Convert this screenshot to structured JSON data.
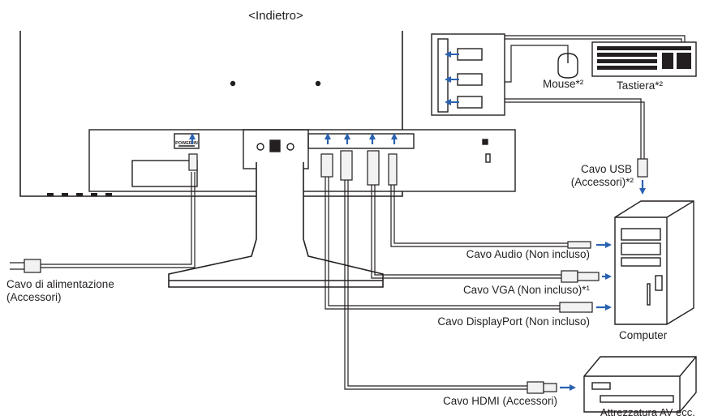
{
  "diagram": {
    "view_title": "<Indietro>",
    "port_labels": {
      "power": "POWER IN"
    },
    "labels": {
      "mouse": "Mouse*²",
      "keyboard": "Tastiera*²",
      "usb_cable": "Cavo USB",
      "usb_cable_note": "(Accessori)*²",
      "computer": "Computer",
      "audio_cable": "Cavo Audio (Non incluso)",
      "vga_cable": "Cavo VGA (Non incluso)*¹",
      "displayport_cable": "Cavo DisplayPort (Non incluso)",
      "hdmi_cable": "Cavo HDMI (Accessori)",
      "power_cable": "Cavo di alimentazione",
      "power_cable_note": "(Accessori)",
      "av_equipment": "Attrezzatura AV ecc."
    },
    "colors": {
      "line": "#231f20",
      "arrow": "#2a62b0",
      "panel_fill": "#ffffff",
      "connector_fill": "#f2f2f2"
    }
  }
}
